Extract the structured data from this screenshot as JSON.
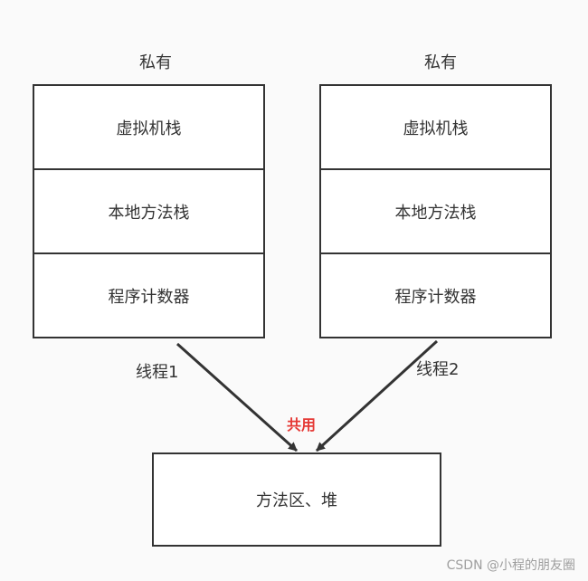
{
  "threads": [
    {
      "visibility": "私有",
      "name": "线程1",
      "cells": [
        "虚拟机栈",
        "本地方法栈",
        "程序计数器"
      ]
    },
    {
      "visibility": "私有",
      "name": "线程2",
      "cells": [
        "虚拟机栈",
        "本地方法栈",
        "程序计数器"
      ]
    }
  ],
  "shared": {
    "label": "共用",
    "area": "方法区、堆"
  },
  "watermark": "CSDN @小程的朋友圈",
  "colors": {
    "line": "#333333",
    "accent": "#e53935"
  }
}
